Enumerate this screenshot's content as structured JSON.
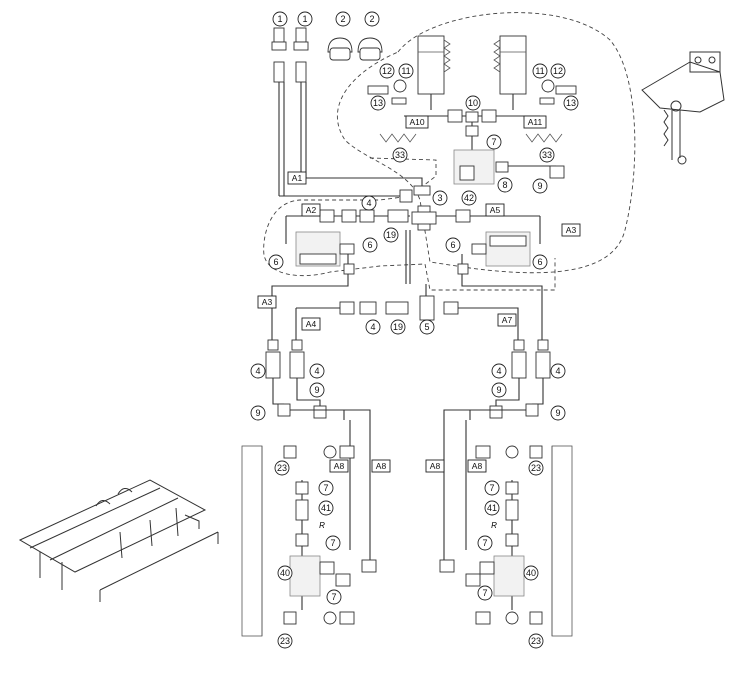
{
  "callouts": {
    "c_1a": "1",
    "c_1b": "1",
    "c_2a": "2",
    "c_2b": "2",
    "c_3": "3",
    "c_4a": "4",
    "c_4b": "4",
    "c_4c": "4",
    "c_4d": "4",
    "c_4e": "4",
    "c_4f": "4",
    "c_5": "5",
    "c_6a": "6",
    "c_6b": "6",
    "c_6c": "6",
    "c_6d": "6",
    "c_7a": "7",
    "c_7b": "7",
    "c_7c": "7",
    "c_7d": "7",
    "c_7e": "7",
    "c_7f": "7",
    "c_7g": "7",
    "c_8": "8",
    "c_9a": "9",
    "c_9b": "9",
    "c_9c": "9",
    "c_9d": "9",
    "c_9e": "9",
    "c_10": "10",
    "c_11a": "11",
    "c_11b": "11",
    "c_12a": "12",
    "c_12b": "12",
    "c_13a": "13",
    "c_13b": "13",
    "c_19a": "19",
    "c_19b": "19",
    "c_23a": "23",
    "c_23b": "23",
    "c_23c": "23",
    "c_23d": "23",
    "c_33a": "33",
    "c_33b": "33",
    "c_40a": "40",
    "c_40b": "40",
    "c_41a": "41",
    "c_41b": "41",
    "c_42": "42"
  },
  "tags": {
    "t_a1": "A1",
    "t_a2": "A2",
    "t_a3a": "A3",
    "t_a3b": "A3",
    "t_a4": "A4",
    "t_a5": "A5",
    "t_a7": "A7",
    "t_a8a": "A8",
    "t_a8b": "A8",
    "t_a8c": "A8",
    "t_a8d": "A8",
    "t_a10": "A10",
    "t_a11": "A11"
  },
  "marks": {
    "m_r1": "R",
    "m_r2": "R"
  }
}
